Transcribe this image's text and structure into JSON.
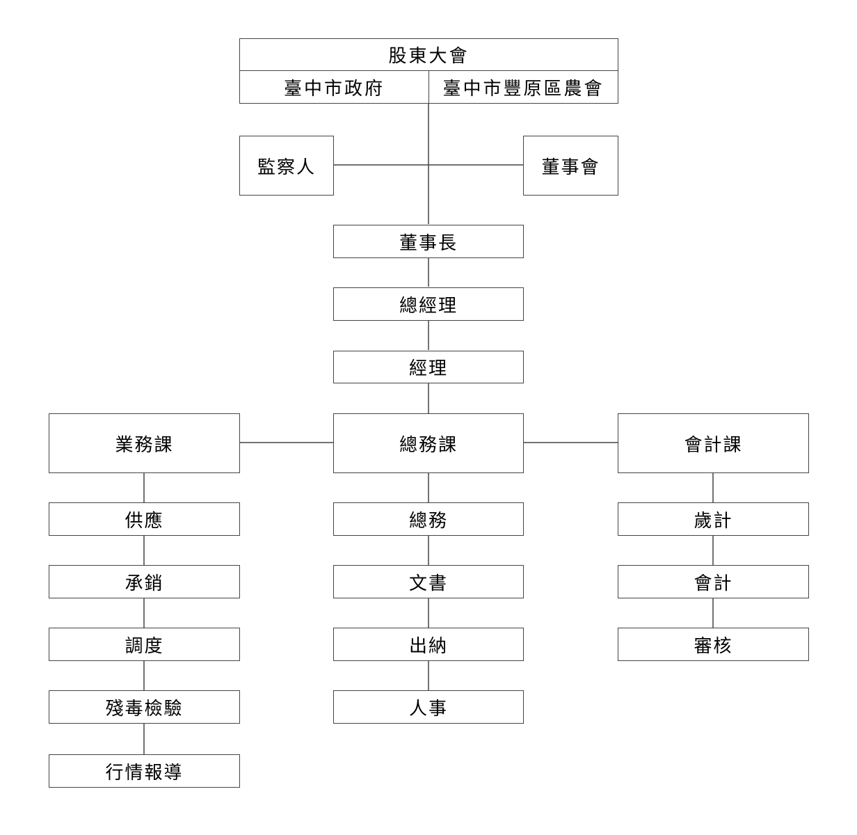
{
  "shareholders": {
    "title": "股東大會",
    "left": "臺中市政府",
    "right": "臺中市豐原區農會"
  },
  "supervisor": "監察人",
  "board": "董事會",
  "chairman": "董事長",
  "general_manager": "總經理",
  "manager": "經理",
  "business_section": {
    "label": "業務課",
    "items": [
      "供應",
      "承銷",
      "調度",
      "殘毒檢驗",
      "行情報導"
    ]
  },
  "general_affairs_section": {
    "label": "總務課",
    "items": [
      "總務",
      "文書",
      "出納",
      "人事"
    ]
  },
  "accounting_section": {
    "label": "會計課",
    "items": [
      "歲計",
      "會計",
      "審核"
    ]
  }
}
